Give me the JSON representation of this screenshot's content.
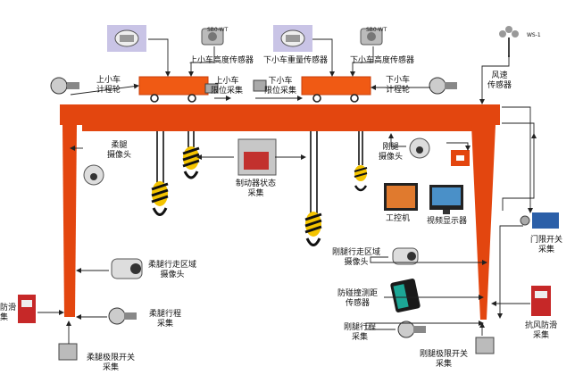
{
  "labels": {
    "upper_trolley_wheel": [
      "上小车",
      "计程轮"
    ],
    "upper_trolley_height": "上小车高度传感器",
    "upper_trolley_limit": [
      "上小车",
      "限位采集"
    ],
    "lower_trolley_weight": "下小车重量传感器",
    "lower_trolley_height": "下小车高度传感器",
    "lower_trolley_limit": [
      "下小车",
      "限位采集"
    ],
    "lower_trolley_wheel": [
      "下小车",
      "计程轮"
    ],
    "wind_speed": [
      "风速",
      "传感器"
    ],
    "flex_leg_camera": [
      "柔腿",
      "摄像头"
    ],
    "rigid_leg_camera": [
      "刚腿",
      "摄像头"
    ],
    "brake_status": [
      "制动器状态",
      "采集"
    ],
    "ipc": "工控机",
    "video_display": "视频显示器",
    "door_limit_switch": [
      "门限开关",
      "采集"
    ],
    "rigid_travel_camera": [
      "刚腿行走区域",
      "摄像头"
    ],
    "flex_travel_camera": [
      "柔腿行走区域",
      "摄像头"
    ],
    "anti_collision": [
      "防碰撞测距",
      "传感器"
    ],
    "rigid_leg_travel": [
      "刚腿行程",
      "采集"
    ],
    "flex_leg_travel": [
      "柔腿行程",
      "采集"
    ],
    "anti_wind_slip_right": [
      "抗风防滑",
      "采集"
    ],
    "anti_slip_left": [
      "防滑",
      "集"
    ],
    "rigid_leg_limit": [
      "刚腿极限开关",
      "采集"
    ],
    "flex_leg_limit": [
      "柔腿极限开关",
      "采集"
    ],
    "wind_sensor_tag": "WS-1",
    "sensor_tag_upper": "SB0-WT",
    "sensor_tag_lower": "SB0-WT"
  },
  "colors": {
    "structure": "#e3460f",
    "structure_dark": "#b9330a",
    "trolley": "#f05a14",
    "hook_yellow": "#f4c400",
    "hook_black": "#111111",
    "line": "#222222"
  }
}
